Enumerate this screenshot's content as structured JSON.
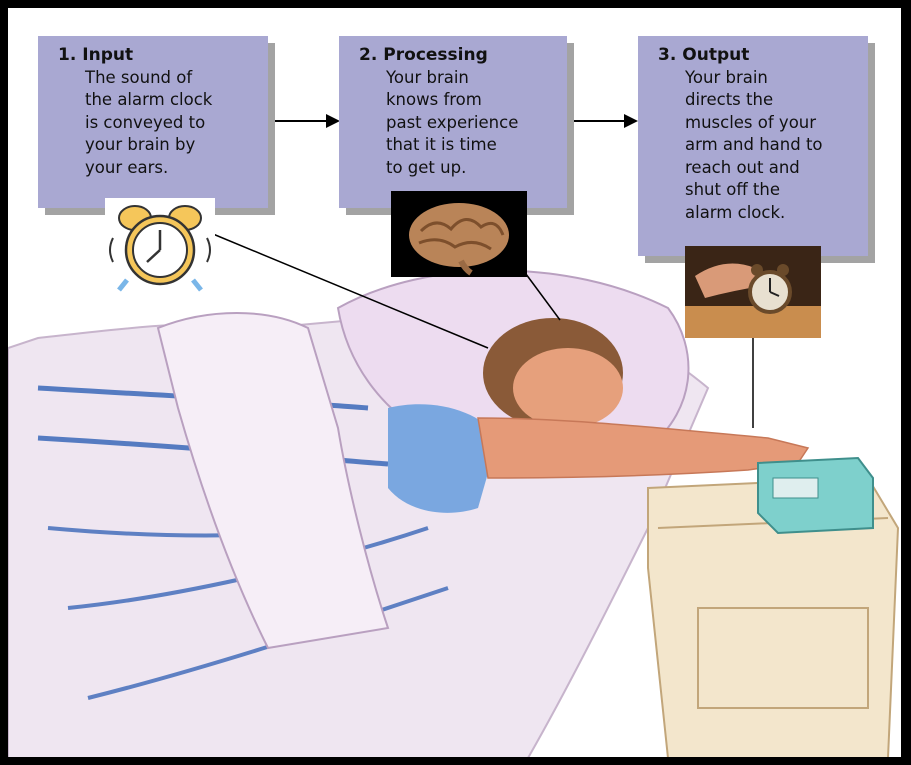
{
  "steps": [
    {
      "number": "1.",
      "title": "Input",
      "body": "The sound of\nthe alarm clock\nis conveyed to\nyour brain by\nyour ears."
    },
    {
      "number": "2.",
      "title": "Processing",
      "body": "Your brain\nknows from\npast experience\nthat it is time\nto get up."
    },
    {
      "number": "3.",
      "title": "Output",
      "body": "Your brain\ndirects the\nmuscles of your\narm and hand to\nreach out and\nshut off the\nalarm clock."
    }
  ],
  "icons": {
    "clock": "alarm-clock-icon",
    "brain": "brain-icon",
    "photo": "hand-on-alarm-clock-photo",
    "arrow": "right-arrow-icon"
  },
  "colors": {
    "box": "#a9a8d2",
    "shadow": "#a3a3a3",
    "border": "#000000"
  }
}
